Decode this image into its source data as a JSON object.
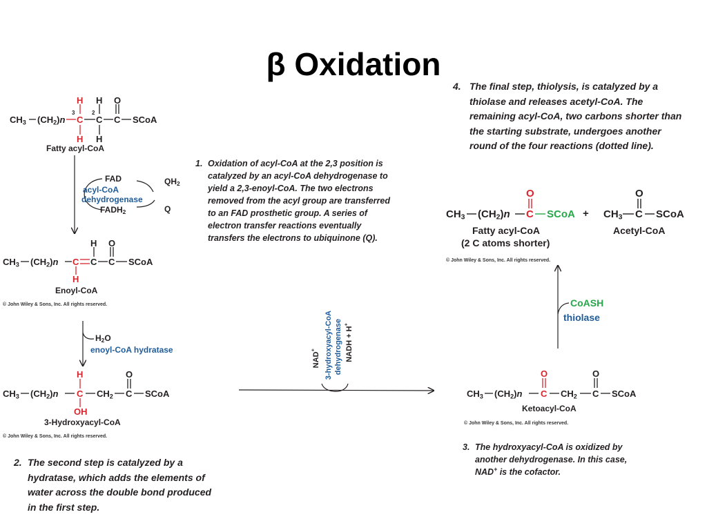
{
  "title": "β Oxidation",
  "copyright": "© John Wiley & Sons, Inc. All rights reserved.",
  "structures": {
    "fatty_acyl_coa": {
      "name": "Fatty acyl-CoA",
      "left": "CH",
      "left_sub": "3",
      "chain": "(CH",
      "chain_sub": "2",
      "chain_close": ")",
      "n": "n",
      "c": "C",
      "h": "H",
      "o": "O",
      "scoa": "SCoA",
      "pos3": "3",
      "pos2": "2"
    },
    "enoyl_coa": {
      "name": "Enoyl-CoA"
    },
    "hydroxyacyl_coa": {
      "name": "3-Hydroxyacyl-CoA",
      "ch2": "CH",
      "oh": "OH"
    },
    "ketoacyl_coa": {
      "name": "Ketoacyl-CoA"
    },
    "product_acyl": {
      "name": "Fatty acyl-CoA",
      "subname": "(2 C atoms shorter)"
    },
    "acetyl_coa": {
      "name": "Acetyl-CoA",
      "plus": "+"
    }
  },
  "step1": {
    "fad": "FAD",
    "fadh2": "FADH",
    "fadh2_sub": "2",
    "enzyme_line1": "acyl-CoA",
    "enzyme_line2": "dehydrogenase",
    "qh2": "QH",
    "qh2_sub": "2",
    "q": "Q",
    "number": "1.",
    "text": "Oxidation of acyl-CoA at the 2,3 position is catalyzed by an acyl-CoA dehydrogenase to yield a 2,3-enoyl-CoA. The two electrons removed from the acyl group are transferred to an FAD prosthetic group. A series of electron transfer reactions eventually transfers the electrons to ubiquinone (Q)."
  },
  "step2": {
    "h2o": "H",
    "h2o_sub": "2",
    "h2o_o": "O",
    "enzyme": "enoyl-CoA hydratase",
    "number": "2.",
    "text": "The second step is catalyzed by a hydratase, which adds the elements of water across the double bond produced in the first step."
  },
  "step3": {
    "nad": "NAD",
    "nad_sup": "+",
    "enzyme_line1": "3-hydroxyacyl-CoA",
    "enzyme_line2": "dehydrogenase",
    "nadh": "NADH + H",
    "nadh_sup": "+",
    "number": "3.",
    "text_a": "The hydroxyacyl-CoA is oxidized by another dehydrogenase. In this case, NAD",
    "text_sup": "+",
    "text_b": " is the cofactor."
  },
  "step4": {
    "coash": "CoASH",
    "enzyme": "thiolase",
    "number": "4.",
    "text": "The final step, thiolysis, is catalyzed by a thiolase and releases acetyl-CoA. The remaining acyl-CoA, two carbons shorter than the starting substrate, undergoes another round of the four reactions (dotted line)."
  },
  "colors": {
    "red": "#d7262e",
    "green": "#27a74a",
    "blue": "#1f5c99"
  }
}
